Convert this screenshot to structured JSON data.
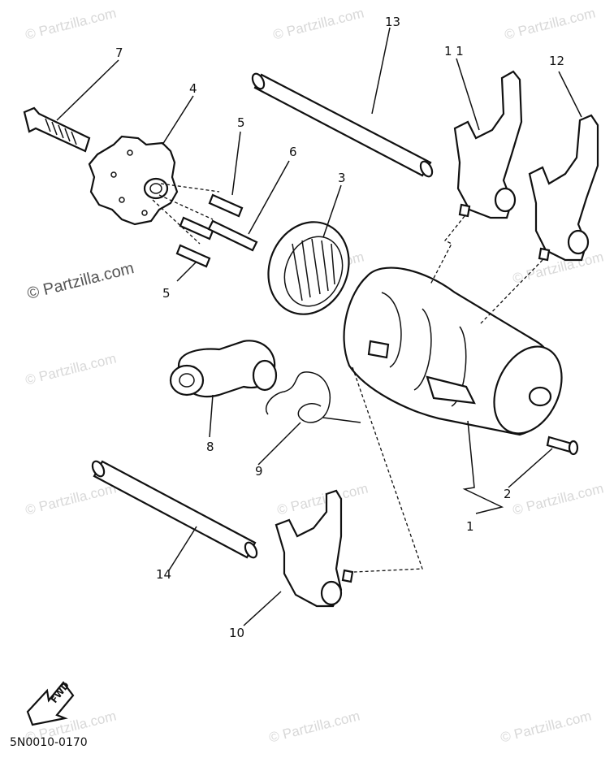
{
  "diagram": {
    "watermarks": [
      "© Partzilla.com",
      "© Partzilla.com",
      "© Partzilla.com",
      "© Partzilla.com",
      "© Partzilla.com",
      "© Partzilla.com",
      "© Partzilla.com",
      "© Partzilla.com",
      "© Partzilla.com",
      "© Partzilla.com",
      "© Partzilla.com",
      "© Partzilla.com"
    ],
    "watermark_main": "© Partzilla.com",
    "callouts": {
      "c1": "1",
      "c2": "2",
      "c3": "3",
      "c4": "4",
      "c5a": "5",
      "c5b": "5",
      "c6": "6",
      "c7": "7",
      "c8": "8",
      "c9": "9",
      "c10": "10",
      "c11": "1 1",
      "c12": "12",
      "c13": "13",
      "c14": "14"
    },
    "fwd_label": "FWD",
    "diagram_code": "5N0010-0170"
  }
}
